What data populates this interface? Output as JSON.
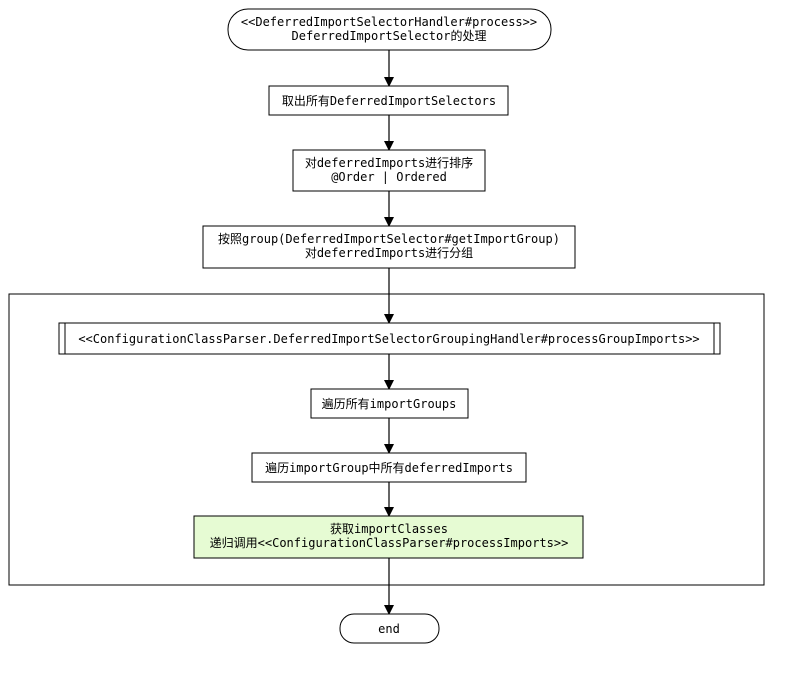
{
  "nodes": {
    "start": {
      "line1": "<<DeferredImportSelectorHandler#process>>",
      "line2": "DeferredImportSelector的处理"
    },
    "step1": {
      "line1": "取出所有DeferredImportSelectors"
    },
    "step2": {
      "line1": "对deferredImports进行排序",
      "line2": "@Order | Ordered"
    },
    "step3": {
      "line1": "按照group(DeferredImportSelector#getImportGroup)",
      "line2": "对deferredImports进行分组"
    },
    "subprocess": {
      "line1": "<<ConfigurationClassParser.DeferredImportSelectorGroupingHandler#processGroupImports>>"
    },
    "step4": {
      "line1": "遍历所有importGroups"
    },
    "step5": {
      "line1": "遍历importGroup中所有deferredImports"
    },
    "step6": {
      "line1": "获取importClasses",
      "line2": "递归调用<<ConfigurationClassParser#processImports>>"
    },
    "end": {
      "line1": "end"
    }
  },
  "colors": {
    "stroke": "#000000",
    "box_fill": "#ffffff",
    "highlight_fill": "#e6fbd3"
  }
}
